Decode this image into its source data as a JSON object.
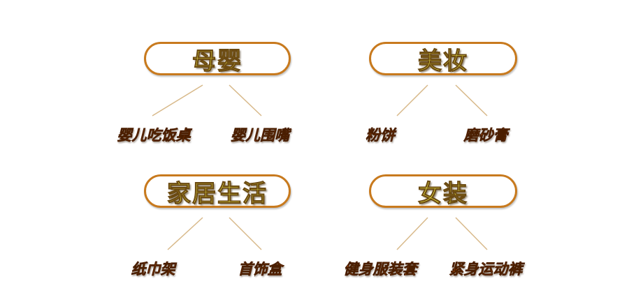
{
  "categories": [
    {
      "label": "母婴",
      "children": [
        "婴儿吃饭桌",
        "婴儿围嘴"
      ]
    },
    {
      "label": "美妆",
      "children": [
        "粉饼",
        "磨砂膏"
      ]
    },
    {
      "label": "家居生活",
      "children": [
        "纸巾架",
        "首饰盒"
      ]
    },
    {
      "label": "女装",
      "children": [
        "健身服装套",
        "紧身运动裤"
      ]
    }
  ],
  "colors": {
    "pill_border": "#c87a1e",
    "pill_text": "#f1f04a",
    "leaf_text": "#c85a14",
    "connector": "#d8b98a"
  }
}
